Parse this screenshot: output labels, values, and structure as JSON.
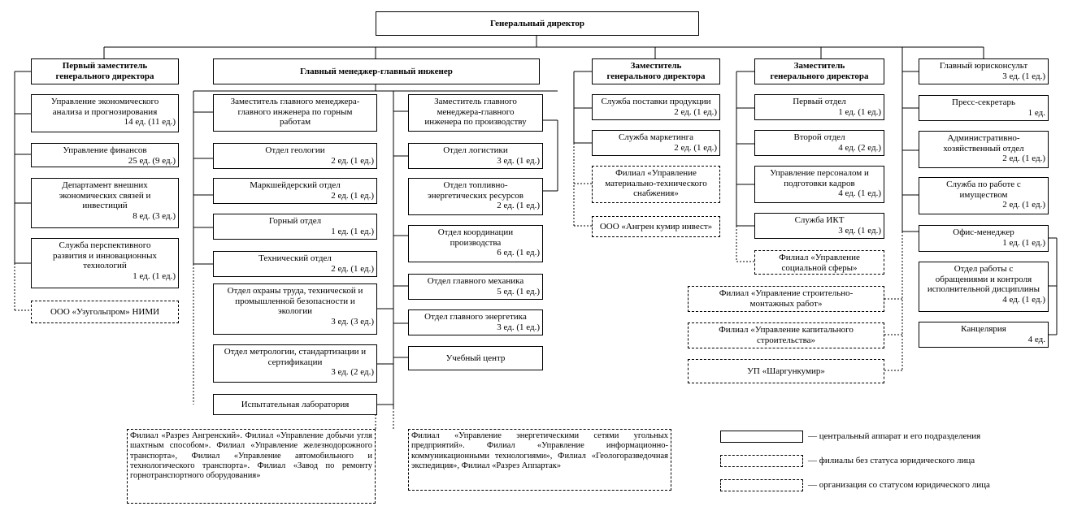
{
  "top": {
    "title": "Генеральный директор"
  },
  "col1": {
    "header": "Первый заместитель\nгенерального директора",
    "units": [
      {
        "name": "Управление экономического\nанализа и прогнозирования",
        "meta": "14 ед. (11 ед.)"
      },
      {
        "name": "Управление финансов",
        "meta": "25 ед. (9 ед.)"
      },
      {
        "name": "Департамент внешних\nэкономических связей и\nинвестиций",
        "meta": "8 ед. (3 ед.)"
      },
      {
        "name": "Служба перспективного\nразвития и инновационных\nтехнологий",
        "meta": "1 ед. (1 ед.)"
      }
    ],
    "org": "ООО «Узугольпром» НИМИ"
  },
  "col2": {
    "header": "Главный менеджер-главный инженер",
    "left": {
      "deputy": "Заместитель главного менеджера-\nглавного инженера по горным\nработам",
      "units": [
        {
          "name": "Отдел геологии",
          "meta": "2 ед. (1 ед.)"
        },
        {
          "name": "Маркшейдерский отдел",
          "meta": "2 ед. (1 ед.)"
        },
        {
          "name": "Горный отдел",
          "meta": "1 ед. (1 ед.)"
        },
        {
          "name": "Технический отдел",
          "meta": "2 ед. (1 ед.)"
        },
        {
          "name": "Отдел охраны труда, технической и\nпромышленной безопасности и\nэкологии",
          "meta": "3 ед. (3 ед.)"
        },
        {
          "name": "Отдел метрологии, стандартизации и\nсертификации",
          "meta": "3 ед. (2 ед.)"
        },
        {
          "name": "Испытательная лаборатория",
          "meta": ""
        }
      ],
      "branches": "Филиал «Разрез Ангренский». Филиал «Управление добычи угля шахтным способом». Филиал «Управление железнодорожного транспорта», Филиал «Управление автомобильного и технологического транспорта». Филиал «Завод по ремонту горнотранспортного оборудования»"
    },
    "right": {
      "deputy": "Заместитель главного\nменеджера-главного\nинженера по производству",
      "units": [
        {
          "name": "Отдел логистики",
          "meta": "3 ед. (1 ед.)"
        },
        {
          "name": "Отдел топливно-\nэнергетических ресурсов",
          "meta": "2 ед. (1 ед.)"
        },
        {
          "name": "Отдел координации\nпроизводства",
          "meta": "6 ед. (1 ед.)"
        },
        {
          "name": "Отдел главного механика",
          "meta": "5 ед. (1 ед.)"
        },
        {
          "name": "Отдел главного энергетика",
          "meta": "3 ед. (1 ед.)"
        },
        {
          "name": "Учебный центр",
          "meta": ""
        }
      ],
      "branches": "Филиал «Управление энергетическими сетями угольных предприятий». Филиал «Управление информационно-коммуникационными технологиями», Филиал «Геологоразведочная экспедиция», Филиал «Разрез Аппартак»"
    }
  },
  "col3": {
    "header": "Заместитель\nгенерального директора",
    "units": [
      {
        "name": "Служба поставки продукции",
        "meta": "2 ед. (1 ед.)"
      },
      {
        "name": "Служба маркетинга",
        "meta": "2 ед. (1 ед.)"
      }
    ],
    "branch": "Филиал «Управление\nматериально-технического\nснабжения»",
    "org": "ООО «Ангрен кумир инвест»"
  },
  "col4": {
    "header": "Заместитель\nгенерального директора",
    "units": [
      {
        "name": "Первый отдел",
        "meta": "1 ед. (1 ед.)"
      },
      {
        "name": "Второй отдел",
        "meta": "4 ед. (2 ед.)"
      },
      {
        "name": "Управление персоналом и\nподготовки кадров",
        "meta": "4 ед. (1 ед.)"
      },
      {
        "name": "Служба ИКТ",
        "meta": "3 ед. (1 ед.)"
      }
    ],
    "branch": "Филиал «Управление\nсоциальной сферы»"
  },
  "col5": {
    "units": [
      {
        "name": "Главный юрисконсульт",
        "meta": "3 ед. (1 ед.)"
      },
      {
        "name": "Пресс-секретарь",
        "meta": "1 ед."
      },
      {
        "name": "Административно-\nхозяйственный отдел",
        "meta": "2 ед. (1 ед.)"
      },
      {
        "name": "Служба по работе с\nимуществом",
        "meta": "2 ед. (1 ед.)"
      },
      {
        "name": "Офис-менеджер",
        "meta": "1 ед. (1 ед.)"
      },
      {
        "name": "Отдел работы с\nобращениями и контроля\nисполнительной дисциплины",
        "meta": "4 ед. (1 ед.)"
      },
      {
        "name": "Канцелярия",
        "meta": "4 ед."
      }
    ],
    "branches": [
      "Филиал «Управление строительно-\nмонтажных работ»",
      "Филиал «Управление капитального\nстроительства»"
    ],
    "org": "УП «Шаргункумир»"
  },
  "legend": {
    "central": "— центральный аппарат и его подразделения",
    "branches": "— филиалы без статуса юридического лица",
    "legal": "— организация со статусом юридического лица"
  }
}
